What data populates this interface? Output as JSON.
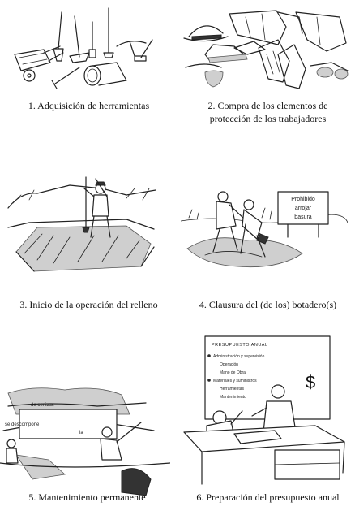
{
  "steps": [
    {
      "caption_line1": "1. Adquisición de herramientas",
      "caption_line2": ""
    },
    {
      "caption_line1": "2. Compra de los elementos de",
      "caption_line2": "protección de los trabajadores"
    },
    {
      "caption_line1": "3. Inicio de la operación del relleno",
      "caption_line2": ""
    },
    {
      "caption_line1": "4. Clausura del (de los) botadero(s)",
      "caption_line2": ""
    },
    {
      "caption_line1": "5. Mantenimiento permanente",
      "caption_line2": ""
    },
    {
      "caption_line1": "6. Preparación del presupuesto anual",
      "caption_line2": ""
    }
  ],
  "sign": {
    "line1": "Prohibido",
    "line2": "arrojar",
    "line3": "basura"
  },
  "budget": {
    "title": "PRESUPUESTO ANUAL",
    "items": [
      "Administración y supervisión",
      "Operación",
      "Mano de Obra",
      "Materiales y suministros",
      "Herramientas",
      "Mantenimiento"
    ],
    "currency_symbol": "$"
  },
  "maintenance_notes": {
    "note1": "de cenizas",
    "note2": "se descompone",
    "note3": "la"
  }
}
